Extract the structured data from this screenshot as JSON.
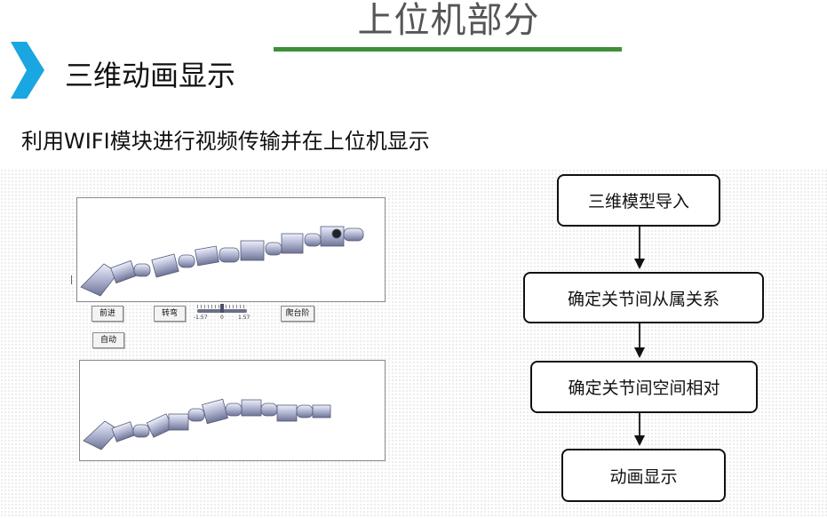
{
  "header": {
    "title": "上位机部分"
  },
  "section": {
    "title": "三维动画显示"
  },
  "subtitle": "利用WIFI模块进行视频传输并在上位机显示",
  "app": {
    "buttons": {
      "forward": "前进",
      "turn": "转弯",
      "climb": "爬台阶",
      "auto": "自动"
    },
    "slider": {
      "min_label": "-1.57",
      "mid_label": "0",
      "max_label": "1.57",
      "value": 0
    }
  },
  "flowchart": {
    "steps": [
      "三维模型导入",
      "确定关节间从属关系",
      "确定关节间空间相对",
      "动画显示"
    ]
  },
  "colors": {
    "accent_green": "#3f8f3a",
    "chevron_blue": "#1aa6e0"
  }
}
